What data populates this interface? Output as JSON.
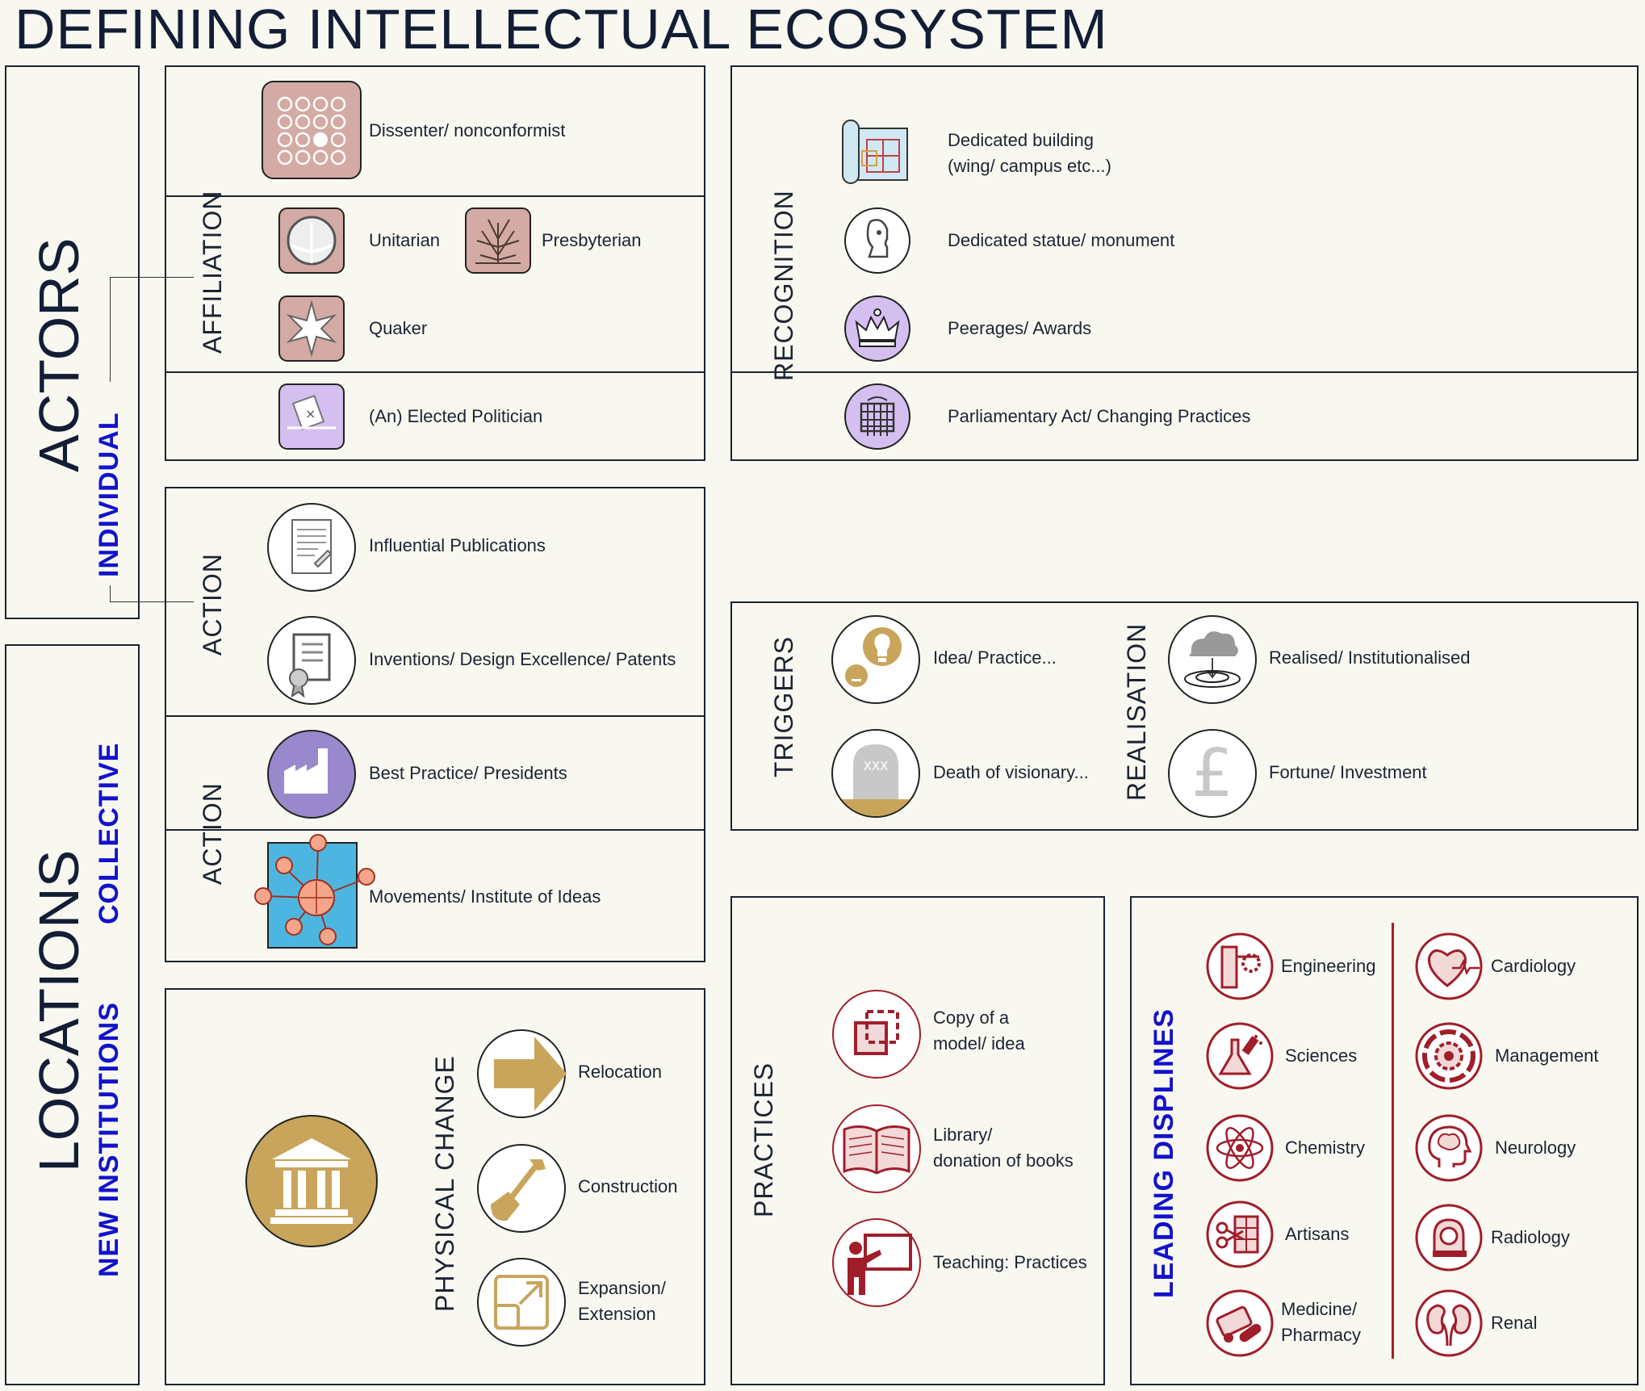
{
  "title": "DEFINING INTELLECTUAL ECOSYSTEM",
  "side": {
    "actors": "ACTORS",
    "individual": "INDIVIDUAL",
    "locations": "LOCATIONS",
    "collective": "COLLECTIVE",
    "new_institutions": "NEW INSTITUTIONS"
  },
  "affiliation": {
    "heading": "AFFILIATION",
    "dissenter": "Dissenter/ nonconformist",
    "unitarian": "Unitarian",
    "presbyterian": "Presbyterian",
    "quaker": "Quaker",
    "politician": "(An) Elected Politician"
  },
  "action_individual": {
    "heading": "ACTION",
    "publications": "Influential Publications",
    "inventions": "Inventions/ Design Excellence/ Patents"
  },
  "action_collective": {
    "heading": "ACTION",
    "best_practice": "Best Practice/ Presidents",
    "movements": "Movements/ Institute of Ideas"
  },
  "physical_change": {
    "heading": "PHYSICAL CHANGE",
    "relocation": "Relocation",
    "construction": "Construction",
    "expansion_1": "Expansion/",
    "expansion_2": "Extension"
  },
  "recognition": {
    "heading": "RECOGNITION",
    "building_1": "Dedicated building",
    "building_2": "(wing/ campus etc...)",
    "statue": "Dedicated statue/ monument",
    "peerages": "Peerages/ Awards",
    "parliament": "Parliamentary Act/ Changing Practices"
  },
  "triggers": {
    "heading": "TRIGGERS",
    "idea": "Idea/ Practice...",
    "death": "Death of visionary...",
    "death_mark": "XXX"
  },
  "realisation": {
    "heading": "REALISATION",
    "realised": "Realised/ Institutionalised",
    "fortune": "Fortune/ Investment",
    "pound": "£"
  },
  "practices": {
    "heading": "PRACTICES",
    "copy_1": "Copy of a",
    "copy_2": "model/ idea",
    "library_1": "Library/",
    "library_2": "donation of books",
    "teaching": "Teaching: Practices"
  },
  "disciplines": {
    "heading": "LEADING DISPLINES",
    "engineering": "Engineering",
    "sciences": "Sciences",
    "chemistry": "Chemistry",
    "artisans": "Artisans",
    "medicine_1": "Medicine/",
    "medicine_2": "Pharmacy",
    "cardiology": "Cardiology",
    "management": "Management",
    "neurology": "Neurology",
    "radiology": "Radiology",
    "renal": "Renal"
  },
  "colors": {
    "navy": "#1b2433",
    "blue_text": "#1212cc",
    "pink": "#d4aaa4",
    "lavender": "#d5bff0",
    "purple": "#9988cc",
    "gold": "#c9a55c",
    "red": "#a01e2a",
    "cyan": "#4db6e0",
    "salmon": "#f4a58a"
  }
}
